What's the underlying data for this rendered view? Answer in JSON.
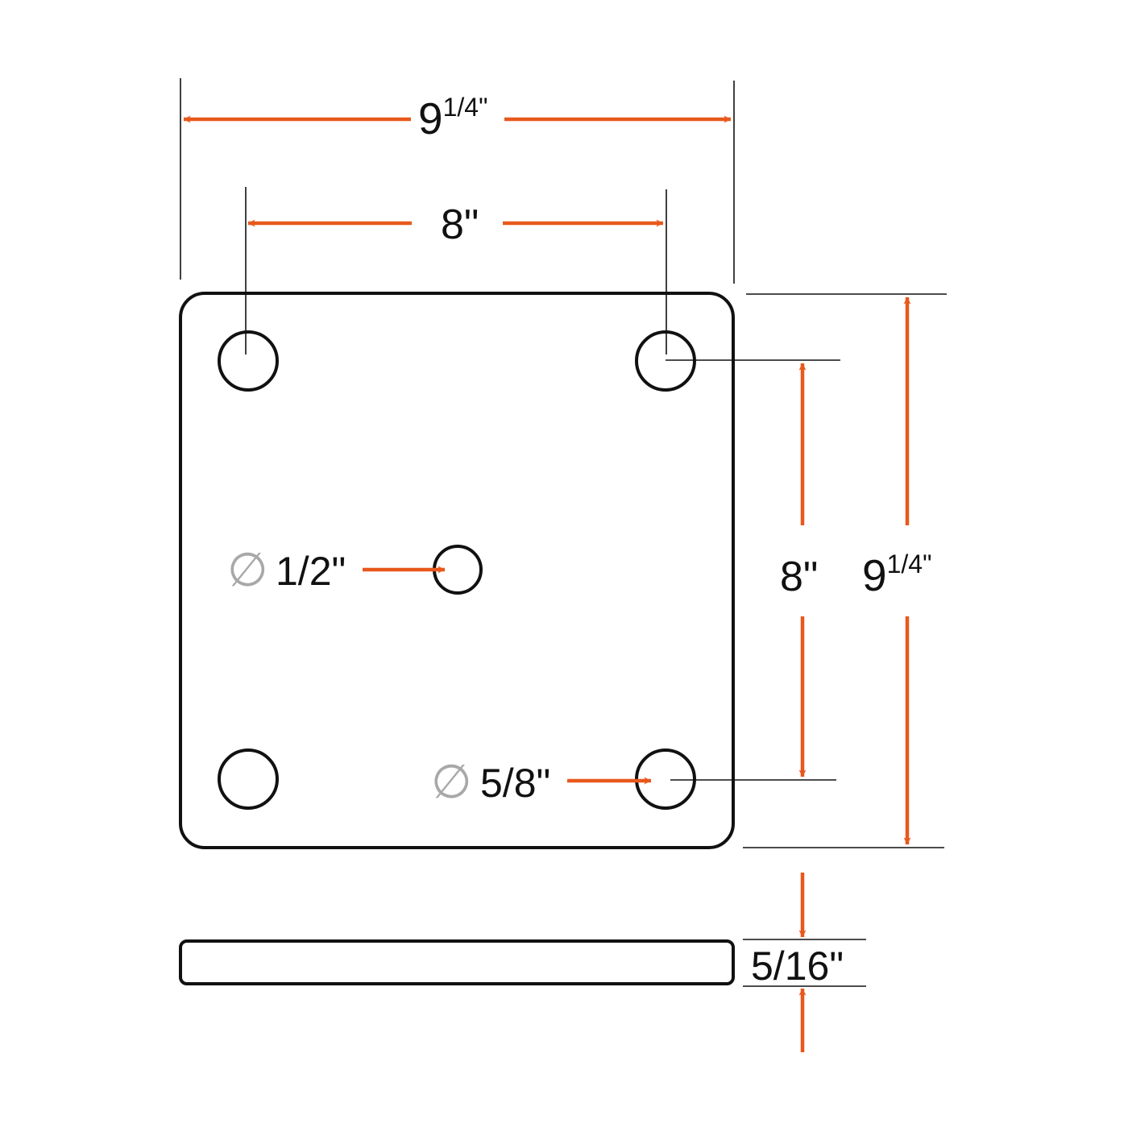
{
  "colors": {
    "arrow": "#e8581c",
    "outline": "#111111",
    "diameter_symbol": "#a8a8a8",
    "background": "#ffffff"
  },
  "dimensions": {
    "overall_width": {
      "whole": "9",
      "fraction": "1/4",
      "unit": "\""
    },
    "hole_spacing_horizontal": {
      "label": "8\""
    },
    "hole_spacing_vertical": {
      "label": "8\""
    },
    "overall_height": {
      "whole": "9",
      "fraction": "1/4",
      "unit": "\""
    },
    "thickness": {
      "label": "5/16\""
    }
  },
  "callouts": {
    "center_hole": {
      "symbol": "∅",
      "label": "1/2\""
    },
    "corner_hole": {
      "symbol": "∅",
      "label": "5/8\""
    }
  }
}
